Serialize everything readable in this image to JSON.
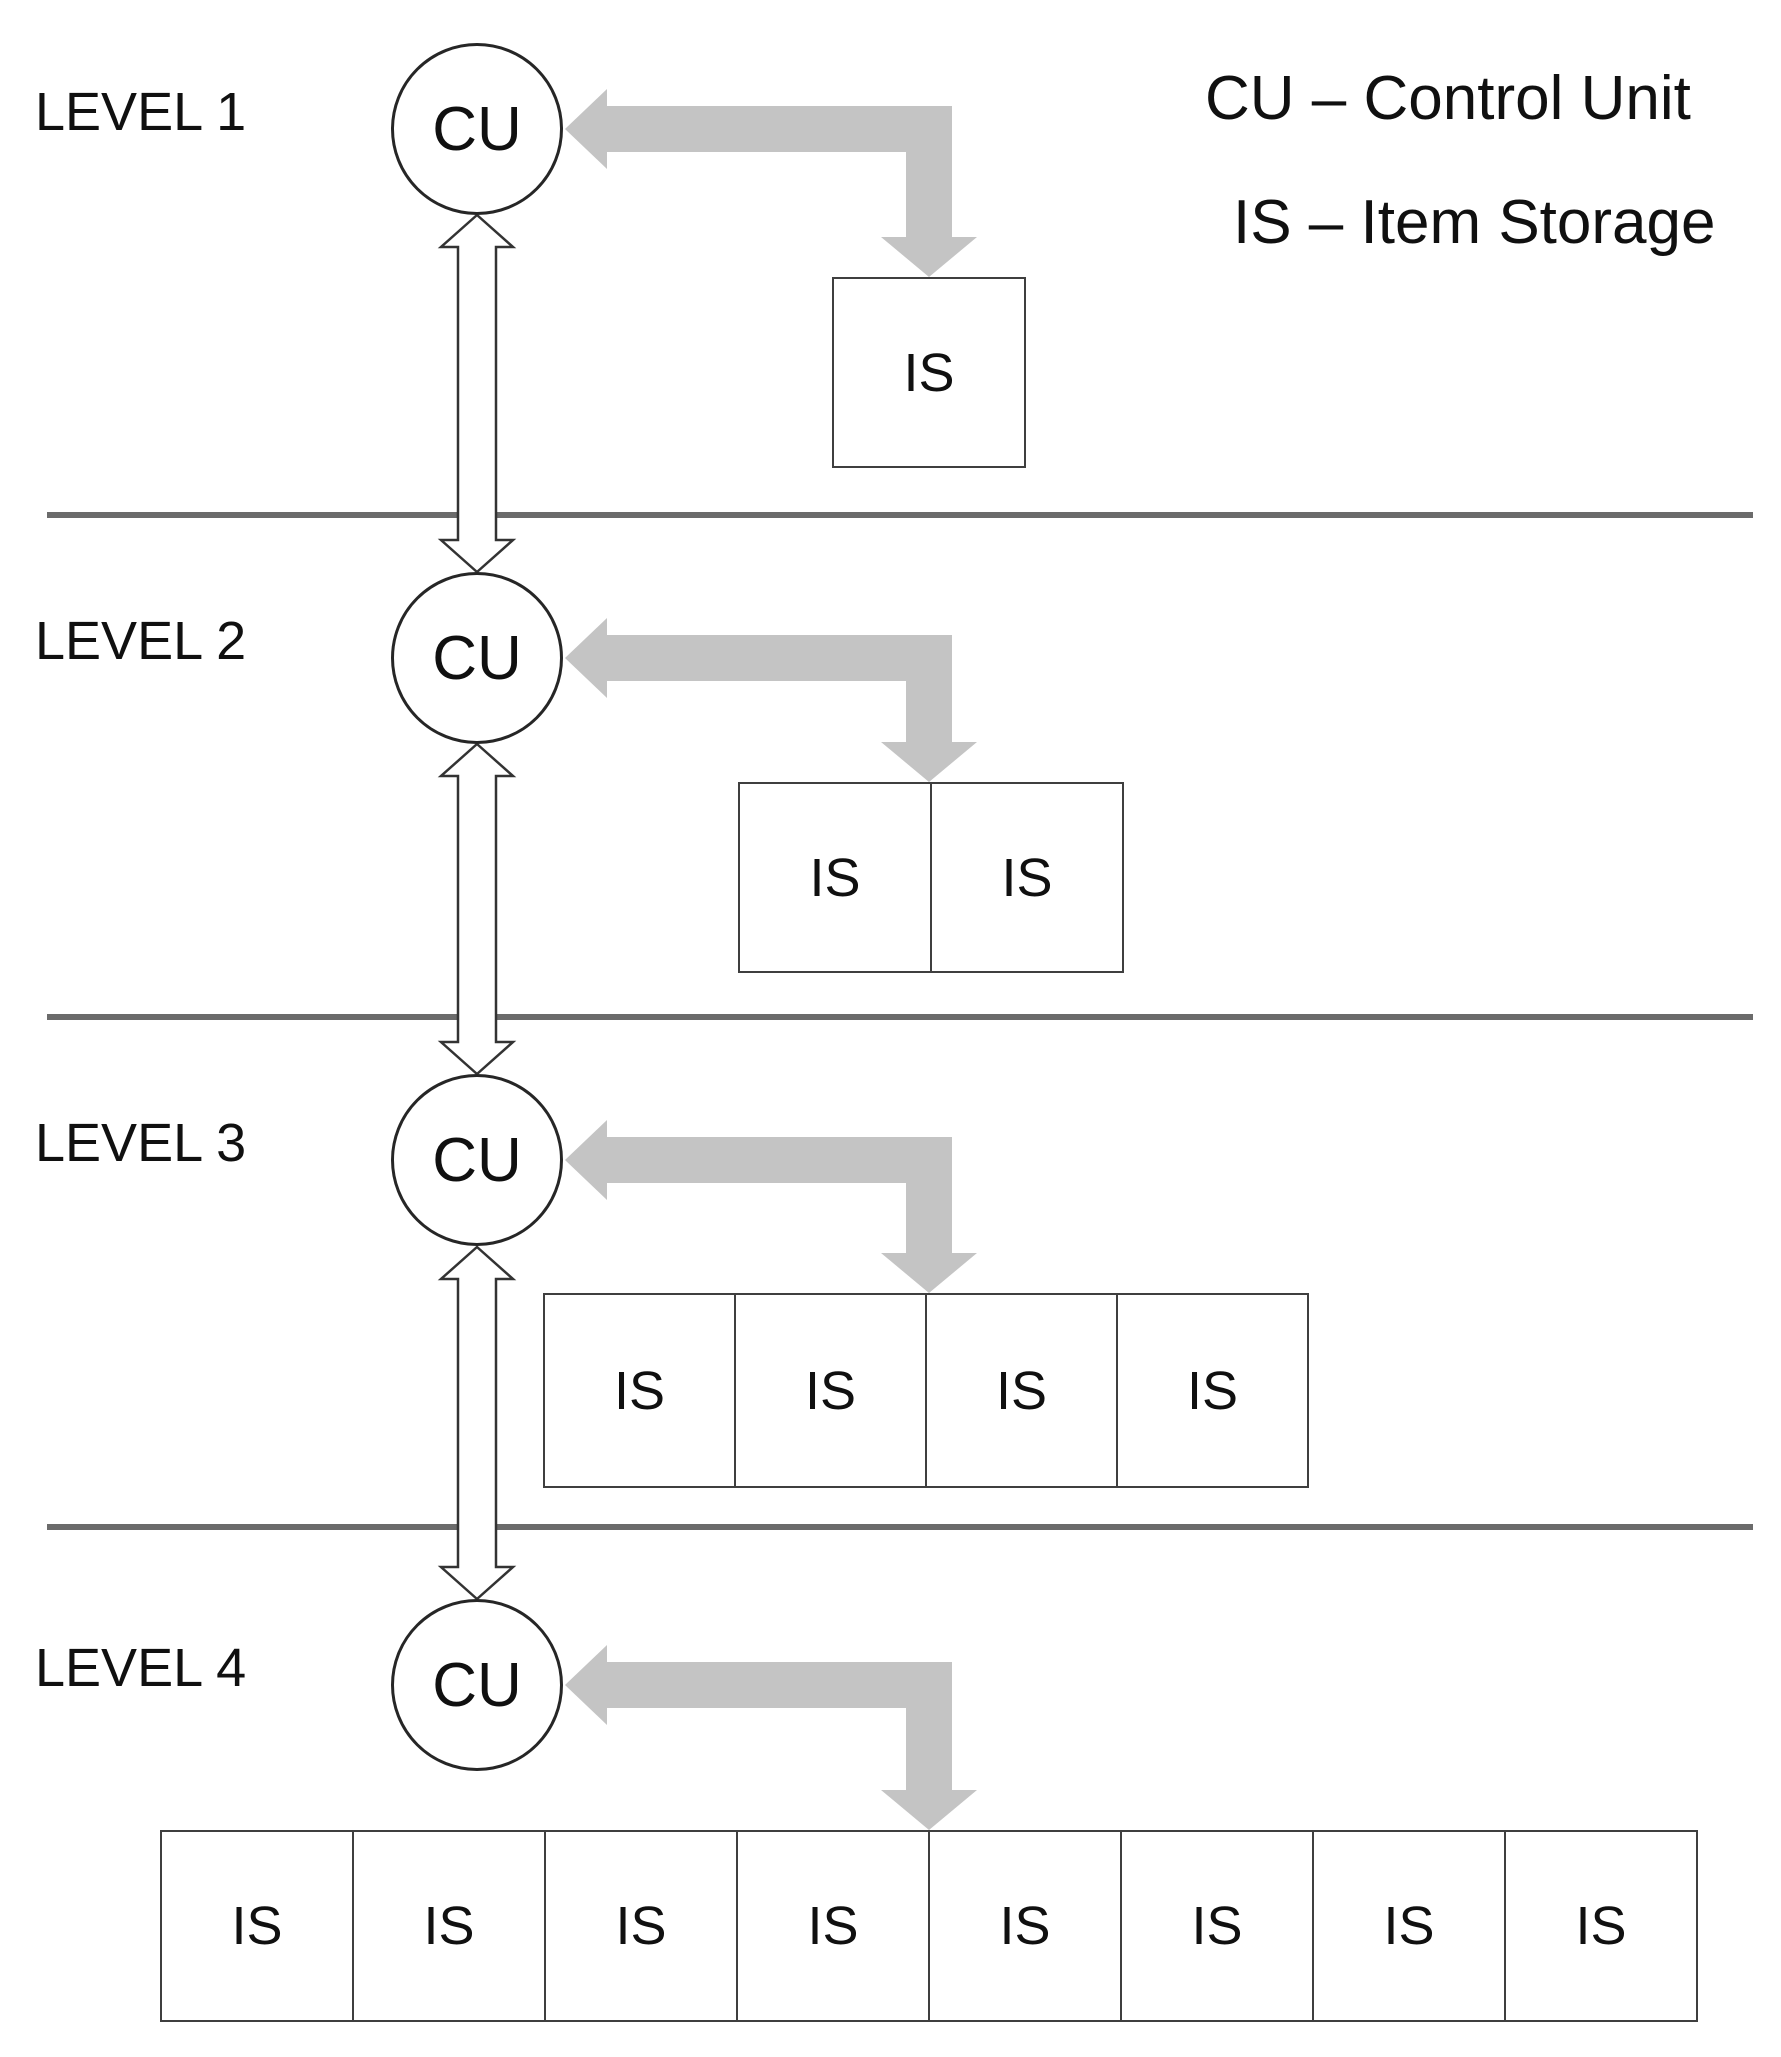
{
  "legend": {
    "items": [
      "CU – Control Unit",
      "IS – Item Storage"
    ]
  },
  "levels": [
    {
      "label": "LEVEL 1",
      "cu": "CU",
      "is_units": [
        "IS"
      ]
    },
    {
      "label": "LEVEL 2",
      "cu": "CU",
      "is_units": [
        "IS",
        "IS"
      ]
    },
    {
      "label": "LEVEL 3",
      "cu": "CU",
      "is_units": [
        "IS",
        "IS",
        "IS",
        "IS"
      ]
    },
    {
      "label": "LEVEL 4",
      "cu": "CU",
      "is_units": [
        "IS",
        "IS",
        "IS",
        "IS",
        "IS",
        "IS",
        "IS",
        "IS"
      ]
    }
  ],
  "colors": {
    "data_flow_arrow": "#c4c4c4",
    "divider_line": "#6b6b6b",
    "shape_outline": "#333333",
    "text": "#101010"
  }
}
